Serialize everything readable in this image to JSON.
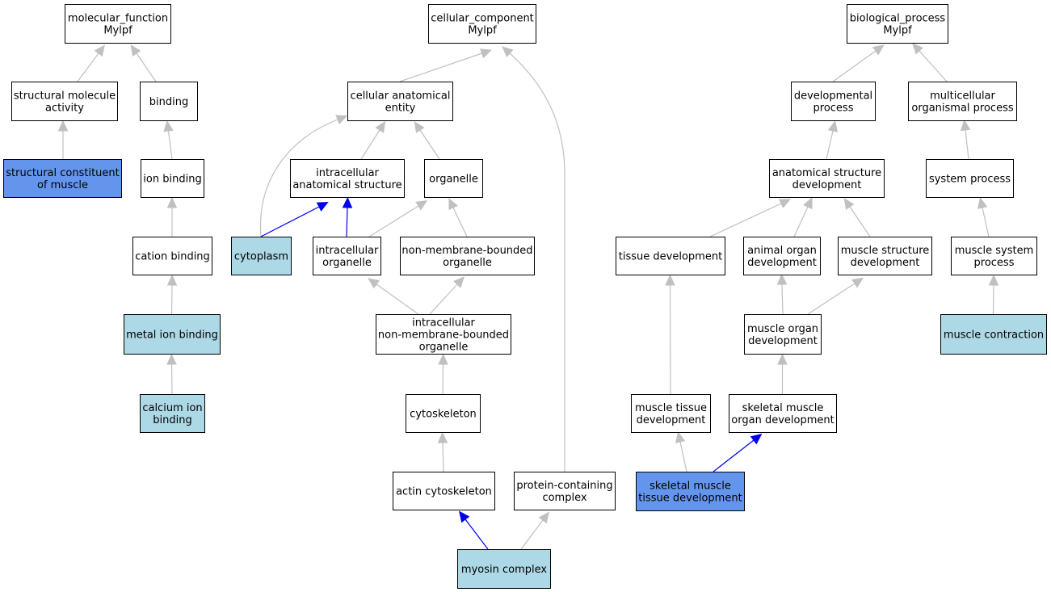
{
  "colors": {
    "plain": "#ffffff",
    "light": "#add8e6",
    "strong": "#6495ed",
    "edge_gray": "#c0c0c0",
    "edge_blue": "#0000ee"
  },
  "nodes": {
    "mf_root": {
      "lines": [
        "molecular_function",
        "Mylpf"
      ],
      "fill": "plain"
    },
    "struct_act": {
      "lines": [
        "structural molecule",
        "activity"
      ],
      "fill": "plain"
    },
    "binding": {
      "lines": [
        "binding"
      ],
      "fill": "plain"
    },
    "struct_const": {
      "lines": [
        "structural constituent",
        "of muscle"
      ],
      "fill": "strong"
    },
    "ion_binding": {
      "lines": [
        "ion binding"
      ],
      "fill": "plain"
    },
    "cation_binding": {
      "lines": [
        "cation binding"
      ],
      "fill": "plain"
    },
    "metal_ion": {
      "lines": [
        "metal ion binding"
      ],
      "fill": "light"
    },
    "calcium_ion": {
      "lines": [
        "calcium ion",
        "binding"
      ],
      "fill": "light"
    },
    "cc_root": {
      "lines": [
        "cellular_component",
        "Mylpf"
      ],
      "fill": "plain"
    },
    "cae": {
      "lines": [
        "cellular anatomical",
        "entity"
      ],
      "fill": "plain"
    },
    "ias": {
      "lines": [
        "intracellular",
        "anatomical structure"
      ],
      "fill": "plain"
    },
    "organelle": {
      "lines": [
        "organelle"
      ],
      "fill": "plain"
    },
    "cytoplasm": {
      "lines": [
        "cytoplasm"
      ],
      "fill": "light"
    },
    "io": {
      "lines": [
        "intracellular",
        "organelle"
      ],
      "fill": "plain"
    },
    "nmbo": {
      "lines": [
        "non-membrane-bounded",
        "organelle"
      ],
      "fill": "plain"
    },
    "inmbo": {
      "lines": [
        "intracellular",
        "non-membrane-bounded",
        "organelle"
      ],
      "fill": "plain"
    },
    "cytoskeleton": {
      "lines": [
        "cytoskeleton"
      ],
      "fill": "plain"
    },
    "actin_cyto": {
      "lines": [
        "actin cytoskeleton"
      ],
      "fill": "plain"
    },
    "pcc": {
      "lines": [
        "protein-containing",
        "complex"
      ],
      "fill": "plain"
    },
    "myosin": {
      "lines": [
        "myosin complex"
      ],
      "fill": "light"
    },
    "bp_root": {
      "lines": [
        "biological_process",
        "Mylpf"
      ],
      "fill": "plain"
    },
    "dev_proc": {
      "lines": [
        "developmental",
        "process"
      ],
      "fill": "plain"
    },
    "multi_proc": {
      "lines": [
        "multicellular",
        "organismal process"
      ],
      "fill": "plain"
    },
    "asd": {
      "lines": [
        "anatomical structure",
        "development"
      ],
      "fill": "plain"
    },
    "sys_proc": {
      "lines": [
        "system process"
      ],
      "fill": "plain"
    },
    "tissue_dev": {
      "lines": [
        "tissue development"
      ],
      "fill": "plain"
    },
    "animal_organ": {
      "lines": [
        "animal organ",
        "development"
      ],
      "fill": "plain"
    },
    "msd": {
      "lines": [
        "muscle structure",
        "development"
      ],
      "fill": "plain"
    },
    "msp": {
      "lines": [
        "muscle system",
        "process"
      ],
      "fill": "plain"
    },
    "mod": {
      "lines": [
        "muscle organ",
        "development"
      ],
      "fill": "plain"
    },
    "muscle_contr": {
      "lines": [
        "muscle contraction"
      ],
      "fill": "light"
    },
    "mtd": {
      "lines": [
        "muscle tissue",
        "development"
      ],
      "fill": "plain"
    },
    "smod": {
      "lines": [
        "skeletal muscle",
        "organ development"
      ],
      "fill": "plain"
    },
    "smtd": {
      "lines": [
        "skeletal muscle",
        "tissue development"
      ],
      "fill": "strong"
    }
  },
  "edges": [
    {
      "from": "struct_act",
      "to": "mf_root",
      "color": "gray"
    },
    {
      "from": "binding",
      "to": "mf_root",
      "color": "gray"
    },
    {
      "from": "struct_const",
      "to": "struct_act",
      "color": "gray"
    },
    {
      "from": "ion_binding",
      "to": "binding",
      "color": "gray"
    },
    {
      "from": "cation_binding",
      "to": "ion_binding",
      "color": "gray"
    },
    {
      "from": "metal_ion",
      "to": "cation_binding",
      "color": "gray"
    },
    {
      "from": "calcium_ion",
      "to": "metal_ion",
      "color": "gray"
    },
    {
      "from": "cae",
      "to": "cc_root",
      "color": "gray"
    },
    {
      "from": "pcc",
      "to": "cc_root",
      "color": "gray"
    },
    {
      "from": "ias",
      "to": "cae",
      "color": "gray"
    },
    {
      "from": "organelle",
      "to": "cae",
      "color": "gray"
    },
    {
      "from": "cytoplasm",
      "to": "cae",
      "color": "gray"
    },
    {
      "from": "cytoplasm",
      "to": "ias",
      "color": "blue"
    },
    {
      "from": "io",
      "to": "ias",
      "color": "blue"
    },
    {
      "from": "io",
      "to": "organelle",
      "color": "gray"
    },
    {
      "from": "nmbo",
      "to": "organelle",
      "color": "gray"
    },
    {
      "from": "inmbo",
      "to": "io",
      "color": "gray"
    },
    {
      "from": "inmbo",
      "to": "nmbo",
      "color": "gray"
    },
    {
      "from": "cytoskeleton",
      "to": "inmbo",
      "color": "gray"
    },
    {
      "from": "actin_cyto",
      "to": "cytoskeleton",
      "color": "gray"
    },
    {
      "from": "myosin",
      "to": "actin_cyto",
      "color": "blue"
    },
    {
      "from": "myosin",
      "to": "pcc",
      "color": "gray"
    },
    {
      "from": "dev_proc",
      "to": "bp_root",
      "color": "gray"
    },
    {
      "from": "multi_proc",
      "to": "bp_root",
      "color": "gray"
    },
    {
      "from": "asd",
      "to": "dev_proc",
      "color": "gray"
    },
    {
      "from": "sys_proc",
      "to": "multi_proc",
      "color": "gray"
    },
    {
      "from": "tissue_dev",
      "to": "asd",
      "color": "gray"
    },
    {
      "from": "animal_organ",
      "to": "asd",
      "color": "gray"
    },
    {
      "from": "msd",
      "to": "asd",
      "color": "gray"
    },
    {
      "from": "msp",
      "to": "sys_proc",
      "color": "gray"
    },
    {
      "from": "mod",
      "to": "animal_organ",
      "color": "gray"
    },
    {
      "from": "mod",
      "to": "msd",
      "color": "gray"
    },
    {
      "from": "muscle_contr",
      "to": "msp",
      "color": "gray"
    },
    {
      "from": "mtd",
      "to": "tissue_dev",
      "color": "gray"
    },
    {
      "from": "smod",
      "to": "mod",
      "color": "gray"
    },
    {
      "from": "smtd",
      "to": "mtd",
      "color": "gray"
    },
    {
      "from": "smtd",
      "to": "smod",
      "color": "blue"
    }
  ]
}
